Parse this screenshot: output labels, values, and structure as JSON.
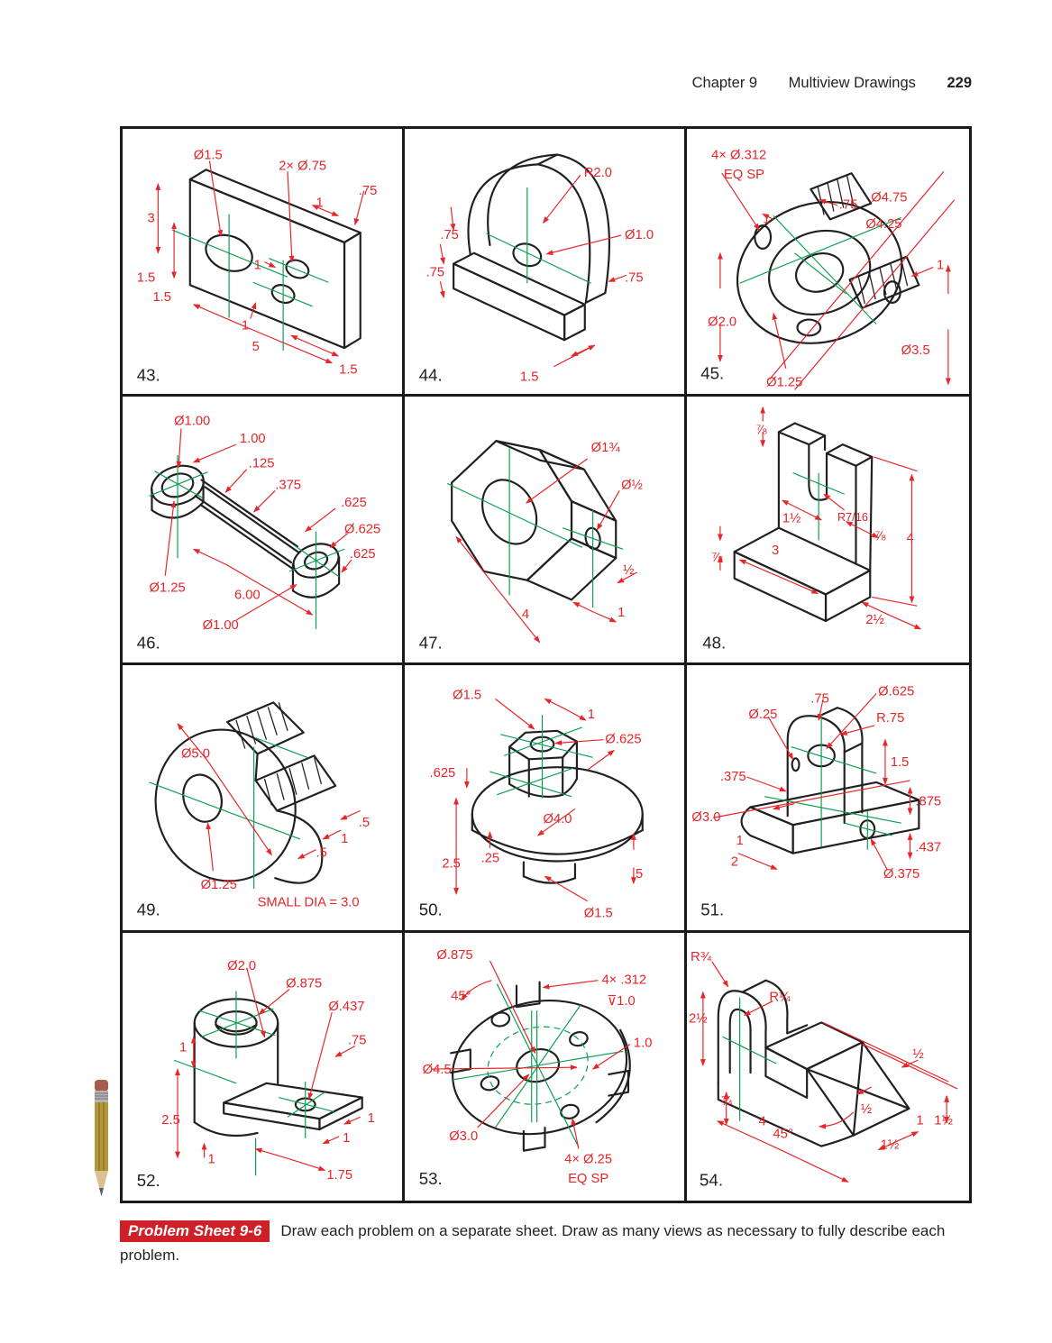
{
  "header": {
    "chapter": "Chapter 9",
    "title": "Multiview Drawings",
    "page_number": "229"
  },
  "caption": {
    "badge": "Problem Sheet 9-6",
    "text": "Draw each problem on a separate sheet. Draw as many views as necessary to fully describe each problem."
  },
  "colors": {
    "dimension_red": "#e62629",
    "centerline_green": "#0a9e53",
    "line_black": "#231f20",
    "badge_red": "#cf2027"
  },
  "cells": [
    {
      "num": "43.",
      "labels": [
        {
          "t": "Ø1.5"
        },
        {
          "t": "2× Ø.75"
        },
        {
          "t": ".75"
        },
        {
          "t": "3"
        },
        {
          "t": "1"
        },
        {
          "t": "1.5"
        },
        {
          "t": "1.5"
        },
        {
          "t": "1"
        },
        {
          "t": "1"
        },
        {
          "t": "5"
        },
        {
          "t": "1.5"
        }
      ]
    },
    {
      "num": "44.",
      "labels": [
        {
          "t": "R2.0"
        },
        {
          "t": "Ø1.0"
        },
        {
          "t": ".75"
        },
        {
          "t": ".75"
        },
        {
          "t": ".75"
        },
        {
          "t": "1.5"
        }
      ]
    },
    {
      "num": "45.",
      "labels": [
        {
          "t": "4× Ø.312"
        },
        {
          "t": "EQ SP"
        },
        {
          "t": ".75"
        },
        {
          "t": "Ø4.75"
        },
        {
          "t": "Ø4.25"
        },
        {
          "t": "1"
        },
        {
          "t": "1"
        },
        {
          "t": "Ø2.0"
        },
        {
          "t": "Ø3.5"
        },
        {
          "t": "Ø1.25"
        }
      ]
    },
    {
      "num": "46.",
      "labels": [
        {
          "t": "Ø1.00"
        },
        {
          "t": "1.00"
        },
        {
          "t": ".125"
        },
        {
          "t": ".375"
        },
        {
          "t": ".625"
        },
        {
          "t": "Ø.625"
        },
        {
          "t": ".625"
        },
        {
          "t": "Ø1.25"
        },
        {
          "t": "6.00"
        },
        {
          "t": "Ø1.00"
        }
      ]
    },
    {
      "num": "47.",
      "labels": [
        {
          "t": "Ø1¾"
        },
        {
          "t": "Ø½"
        },
        {
          "t": "½"
        },
        {
          "t": "4"
        },
        {
          "t": "1"
        }
      ]
    },
    {
      "num": "48.",
      "labels": [
        {
          "t": "⅞"
        },
        {
          "t": "1½"
        },
        {
          "t": "R7/16"
        },
        {
          "t": "⅞"
        },
        {
          "t": "4"
        },
        {
          "t": "⅞"
        },
        {
          "t": "3"
        },
        {
          "t": "2½"
        }
      ]
    },
    {
      "num": "49.",
      "labels": [
        {
          "t": "Ø5.0"
        },
        {
          "t": ".5"
        },
        {
          "t": "1"
        },
        {
          "t": ".5"
        },
        {
          "t": "Ø1.25"
        },
        {
          "t": "SMALL DIA = 3.0"
        }
      ]
    },
    {
      "num": "50.",
      "labels": [
        {
          "t": "Ø1.5"
        },
        {
          "t": "1"
        },
        {
          "t": "Ø.625"
        },
        {
          "t": ".625"
        },
        {
          "t": "Ø4.0"
        },
        {
          "t": "2.5"
        },
        {
          "t": ".25"
        },
        {
          "t": ".5"
        },
        {
          "t": "Ø1.5"
        }
      ]
    },
    {
      "num": "51.",
      "labels": [
        {
          "t": ".75"
        },
        {
          "t": "Ø.625"
        },
        {
          "t": "Ø.25"
        },
        {
          "t": "R.75"
        },
        {
          "t": "1.5"
        },
        {
          "t": ".375"
        },
        {
          "t": ".875"
        },
        {
          "t": "Ø3.0"
        },
        {
          "t": ".437"
        },
        {
          "t": "1"
        },
        {
          "t": "2"
        },
        {
          "t": "Ø.375"
        }
      ]
    },
    {
      "num": "52.",
      "labels": [
        {
          "t": "Ø2.0"
        },
        {
          "t": "Ø.875"
        },
        {
          "t": "Ø.437"
        },
        {
          "t": ".75"
        },
        {
          "t": "1"
        },
        {
          "t": "2.5"
        },
        {
          "t": "1"
        },
        {
          "t": "1"
        },
        {
          "t": "1"
        },
        {
          "t": "1.75"
        }
      ]
    },
    {
      "num": "53.",
      "labels": [
        {
          "t": "Ø.875"
        },
        {
          "t": "45°"
        },
        {
          "t": "4× .312"
        },
        {
          "t": "⊽1.0"
        },
        {
          "t": "1.0"
        },
        {
          "t": "Ø4.5"
        },
        {
          "t": "Ø3.0"
        },
        {
          "t": "4× Ø.25"
        },
        {
          "t": "EQ SP"
        }
      ]
    },
    {
      "num": "54.",
      "labels": [
        {
          "t": "R¾"
        },
        {
          "t": "R¼"
        },
        {
          "t": "2½"
        },
        {
          "t": "¾"
        },
        {
          "t": "45°"
        },
        {
          "t": "4"
        },
        {
          "t": "½"
        },
        {
          "t": "½"
        },
        {
          "t": "1"
        },
        {
          "t": "1½"
        },
        {
          "t": "1½"
        }
      ]
    }
  ]
}
